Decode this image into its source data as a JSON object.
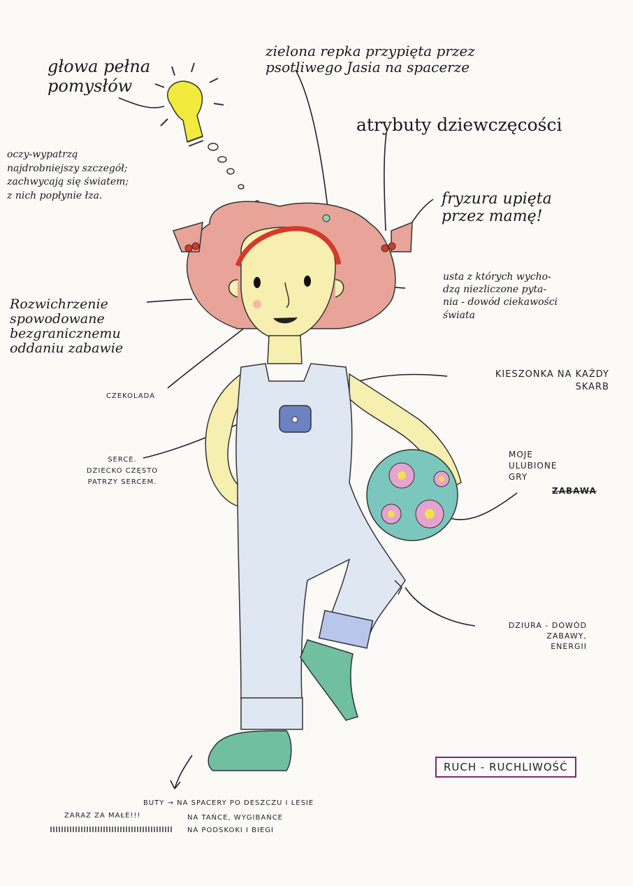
{
  "annotations": {
    "idea_head": "głowa pełna\npomysłów",
    "repka": "zielona repka przypięta przez\npsotliwego Jasia na spacerze",
    "attributes": "atrybuty dziewczęcości",
    "eyes": "oczy-wypatrzą\nnajdrobniejszy szczegół;\nzachwycają się światem;\nz nich popłynie łza.",
    "hairdo": "fryzura upięta\nprzez mamę!",
    "mouth": "usta z których wycho-\ndzą niezliczone pyta-\nnia - dowód ciekawości\nświata",
    "messy_hair": "Rozwichrzenie\nspowodowane\nbezgranicznemu\noddaniu zabawie",
    "chocolate": "CZEKOLADA",
    "pocket": "KIESZONKA NA KAŻDY\nSKARB",
    "heart": "SERCE.\nDZIECKO CZĘSTO\nPATRZY SERCEM.",
    "games_line1": "MOJE\nULUBIONE\nGRY",
    "games_struck": "ZABAWA",
    "hole": "DZIURA - DOWÓD\nZABAWY,\nENERGII",
    "movement": "RUCH - RUCHLIWOŚĆ",
    "shoes_line1": "BUTY → NA SPACERY PO DESZCZU I LESIE",
    "shoes_small": "ZARAZ ZA MAŁE!!!",
    "shoes_line2": "NA TAŃCE, WYGIBAŃCE",
    "shoes_line3": "NA PODSKOKI I BIEGI"
  },
  "colors": {
    "hair": "#e9a49a",
    "headband": "#d6392a",
    "skin": "#f7efb0",
    "overalls": "#dfe8f2",
    "pocket": "#6d82c0",
    "shoes": "#6fbfa0",
    "ball": "#7cc7bd",
    "bulb": "#f2ea3c",
    "frame": "#7a2a6e"
  }
}
